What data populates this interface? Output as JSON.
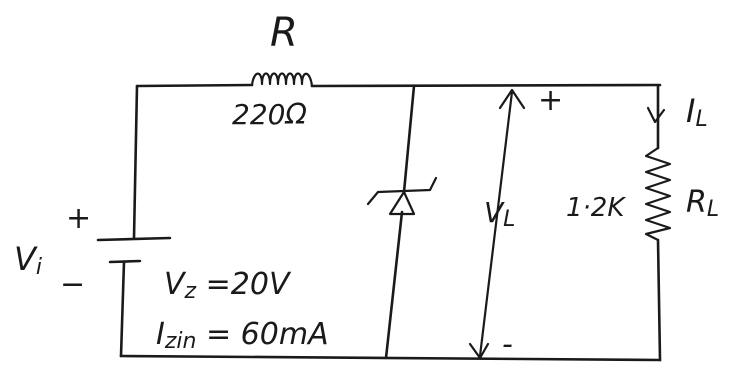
{
  "resistor": {
    "name": "R",
    "value": "220Ω"
  },
  "source": {
    "name": "V",
    "subscript": "i",
    "plus": "+",
    "minus": "−"
  },
  "zener": {
    "vz_label": "V",
    "vz_sub": "z",
    "vz_value": " =20V",
    "izmin_label": "I",
    "izmin_sub": "zin",
    "izmin_value": " = 60mA"
  },
  "output": {
    "vl_label": "V",
    "vl_sub": "L",
    "plus": "+",
    "minus": "-"
  },
  "load": {
    "current_label": "I",
    "current_sub": "L",
    "value": "1·2K",
    "name": "R",
    "name_sub": "L"
  }
}
